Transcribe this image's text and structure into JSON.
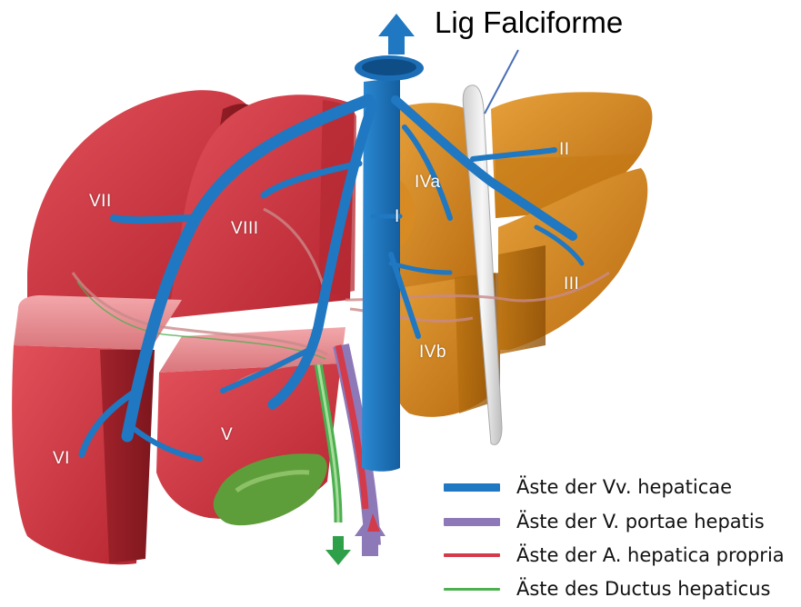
{
  "title": "Lig Falciforme",
  "segments": {
    "VII": "VII",
    "VIII": "VIII",
    "I": "I",
    "IVa": "IVa",
    "II": "II",
    "III": "III",
    "IVb": "IVb",
    "V": "V",
    "VI": "VI"
  },
  "legend": [
    {
      "label": "Äste der Vv. hepaticae",
      "color": "#1f78c1"
    },
    {
      "label": "Äste der V. portae hepatis",
      "color": "#8e79b8"
    },
    {
      "label": "Äste der A. hepatica propria",
      "color": "#d33a4a"
    },
    {
      "label": "Äste des Ductus hepaticus",
      "color": "#4caf50"
    }
  ],
  "colors": {
    "right_lobe": "#c9363f",
    "right_lobe_shadow": "#8f1f26",
    "left_lobe": "#d98a1c",
    "left_lobe_shadow": "#a85e0b",
    "hepatic_vein": "#1f78c1",
    "portal_vein": "#8e79b8",
    "artery": "#d33a4a",
    "bile_duct": "#4caf50",
    "gallbladder": "#5e9e3a",
    "ligament": "#e6e6e6"
  }
}
